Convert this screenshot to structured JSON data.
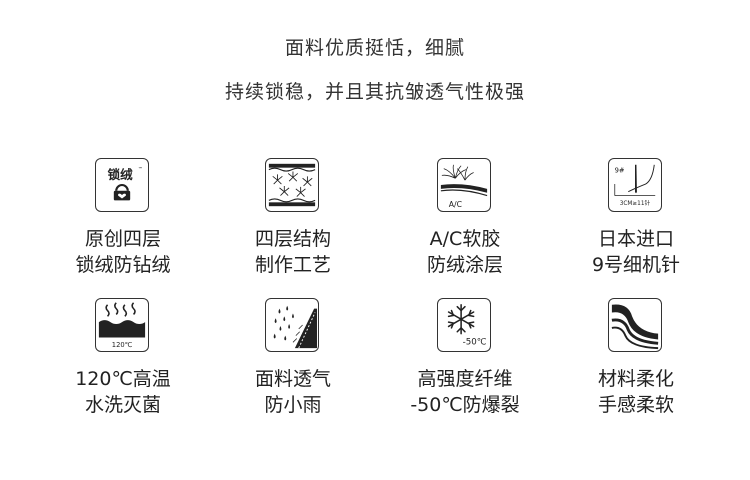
{
  "headline": {
    "line1": "面料优质挺恬，细腻",
    "line2": "持续锁稳，并且其抗皱透气性极强"
  },
  "features": [
    {
      "icon": "lock-down-icon",
      "icon_text": "锁绒",
      "icon_mark": "™",
      "line1": "原创四层",
      "line2": "锁绒防钻绒"
    },
    {
      "icon": "four-layer-structure-icon",
      "line1": "四层结构",
      "line2": "制作工艺"
    },
    {
      "icon": "ac-coating-icon",
      "icon_text": "A/C",
      "line1": "A/C软胶",
      "line2": "防绒涂层"
    },
    {
      "icon": "japanese-needle-icon",
      "icon_text": "9#",
      "icon_sub": "3CM≥11针",
      "line1": "日本进口",
      "line2": "9号细机针"
    },
    {
      "icon": "high-temp-wash-icon",
      "icon_text": "120℃",
      "line1": "120℃高温",
      "line2": "水洗灭菌"
    },
    {
      "icon": "breathable-rainproof-icon",
      "line1": "面料透气",
      "line2": "防小雨"
    },
    {
      "icon": "snowflake-cold-icon",
      "icon_text": "-50℃",
      "line1": "高强度纤维",
      "line2": "-50℃防爆裂"
    },
    {
      "icon": "soft-fabric-icon",
      "line1": "材料柔化",
      "line2": "手感柔软"
    }
  ]
}
